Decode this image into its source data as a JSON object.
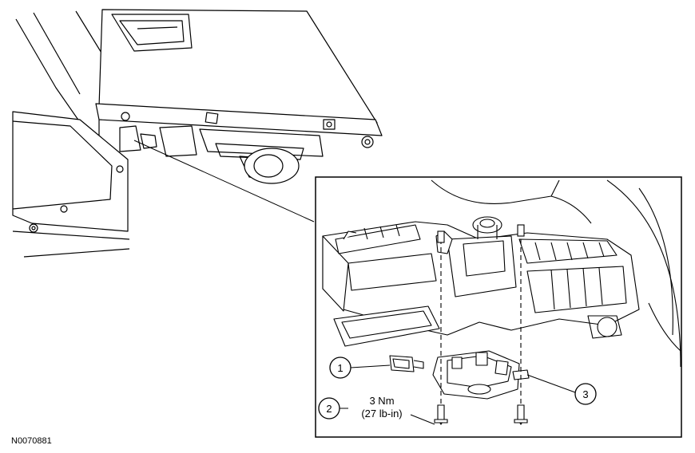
{
  "figure": {
    "id": "N0070881"
  },
  "callouts": [
    {
      "number": "1"
    },
    {
      "number": "2"
    },
    {
      "number": "3"
    }
  ],
  "torque": {
    "metric": "3 Nm",
    "imperial": "(27 lb-in)"
  }
}
